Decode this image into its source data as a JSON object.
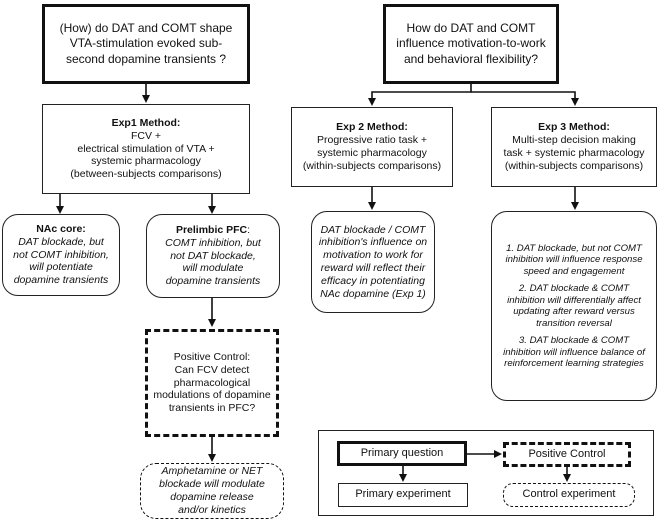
{
  "questions": {
    "q1": "(How) do DAT and COMT shape VTA-stimulation evoked sub-second dopamine transients ?",
    "q2": "How do DAT and COMT influence motivation-to-work and behavioral flexibility?"
  },
  "exp1": {
    "title": "Exp1 Method:",
    "lines": [
      "FCV +",
      "electrical stimulation of VTA +",
      "systemic pharmacology",
      "(between-subjects comparisons)"
    ]
  },
  "exp2": {
    "title": "Exp 2 Method:",
    "lines": [
      "Progressive ratio task +",
      "systemic pharmacology",
      "(within-subjects comparisons)"
    ]
  },
  "exp3": {
    "title": "Exp 3 Method:",
    "lines": [
      "Multi-step decision making",
      "task + systemic pharmacology",
      "(within-subjects comparisons)"
    ]
  },
  "nac": {
    "title": "NAc core:",
    "lines": [
      "DAT blockade, but",
      "not COMT inhibition,",
      "will potentiate",
      "dopamine transients"
    ]
  },
  "pfc": {
    "title": "Prelimbic PFC",
    "title_suffix": ":",
    "lines": [
      "COMT inhibition, but",
      "not DAT blockade,",
      "will modulate",
      "dopamine transients"
    ]
  },
  "positive_control": {
    "lines": [
      "Positive Control:",
      "Can FCV detect",
      "pharmacological",
      "modulations of dopamine",
      "transients in PFC?"
    ]
  },
  "amphetamine": {
    "lines": [
      "Amphetamine or NET",
      "blockade will modulate",
      "dopamine release",
      "and/or kinetics"
    ]
  },
  "exp2_hypothesis": {
    "lines": [
      "DAT blockade / COMT",
      "inhibition's influence on",
      "motivation to work for",
      "reward will reflect their",
      "efficacy in potentiating",
      "NAc dopamine (Exp 1)"
    ]
  },
  "exp3_hypotheses": [
    "1. DAT blockade, but not COMT inhibition will influence response speed and engagement",
    "2. DAT blockade & COMT inhibition will differentially affect updating after reward versus transition reversal",
    "3. DAT blockade & COMT inhibition will influence balance of reinforcement learning strategies"
  ],
  "legend": {
    "primary_question": "Primary question",
    "positive_control": "Positive Control",
    "primary_experiment": "Primary experiment",
    "control_experiment": "Control experiment"
  }
}
